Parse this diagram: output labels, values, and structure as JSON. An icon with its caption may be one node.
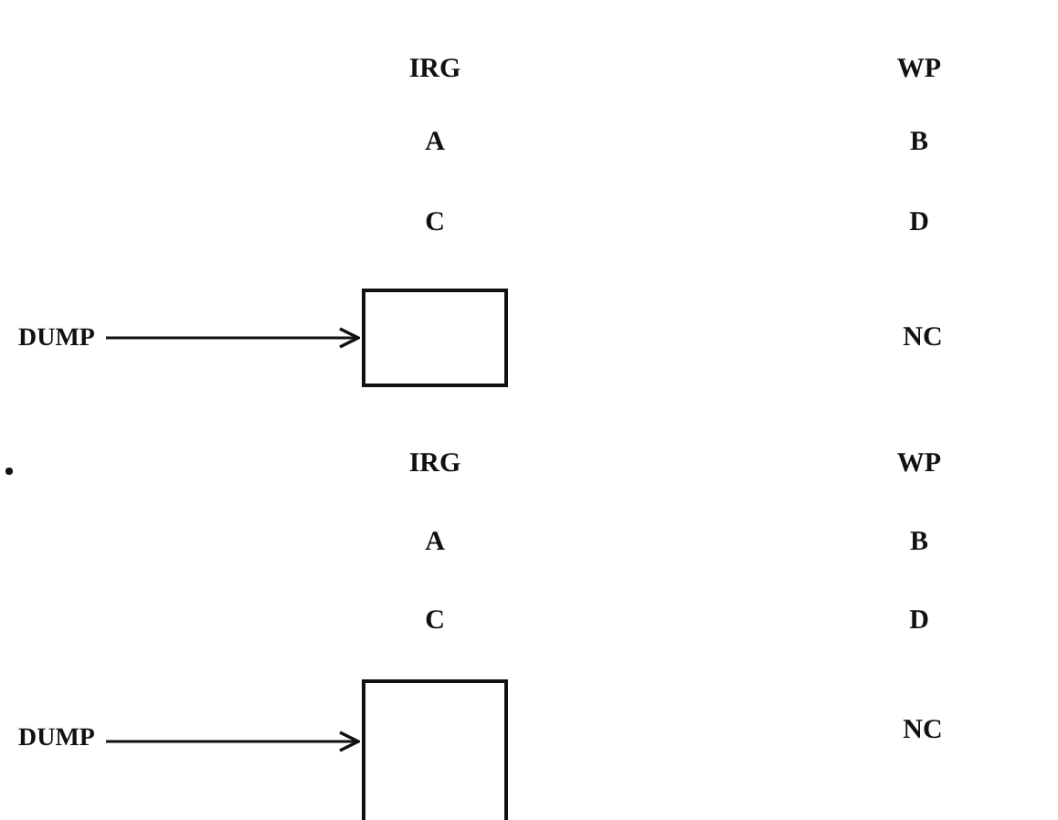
{
  "diagram": {
    "nodes": [
      {
        "text": [
          "DUMP"
        ]
      },
      {
        "text": [],
        "shape": "box"
      },
      {
        "text": [
          "DUMP"
        ]
      },
      {
        "text": [],
        "shape": "box"
      }
    ],
    "edges": [
      {
        "from": 0,
        "to": 1,
        "arrow": "to"
      },
      {
        "from": 2,
        "to": 3,
        "arrow": "to"
      }
    ],
    "labels": [
      "IRG",
      "WP",
      "A",
      "B",
      "C",
      "D",
      "NC",
      "IRG",
      "WP",
      "A",
      "B",
      "C",
      "D",
      "NC"
    ]
  }
}
